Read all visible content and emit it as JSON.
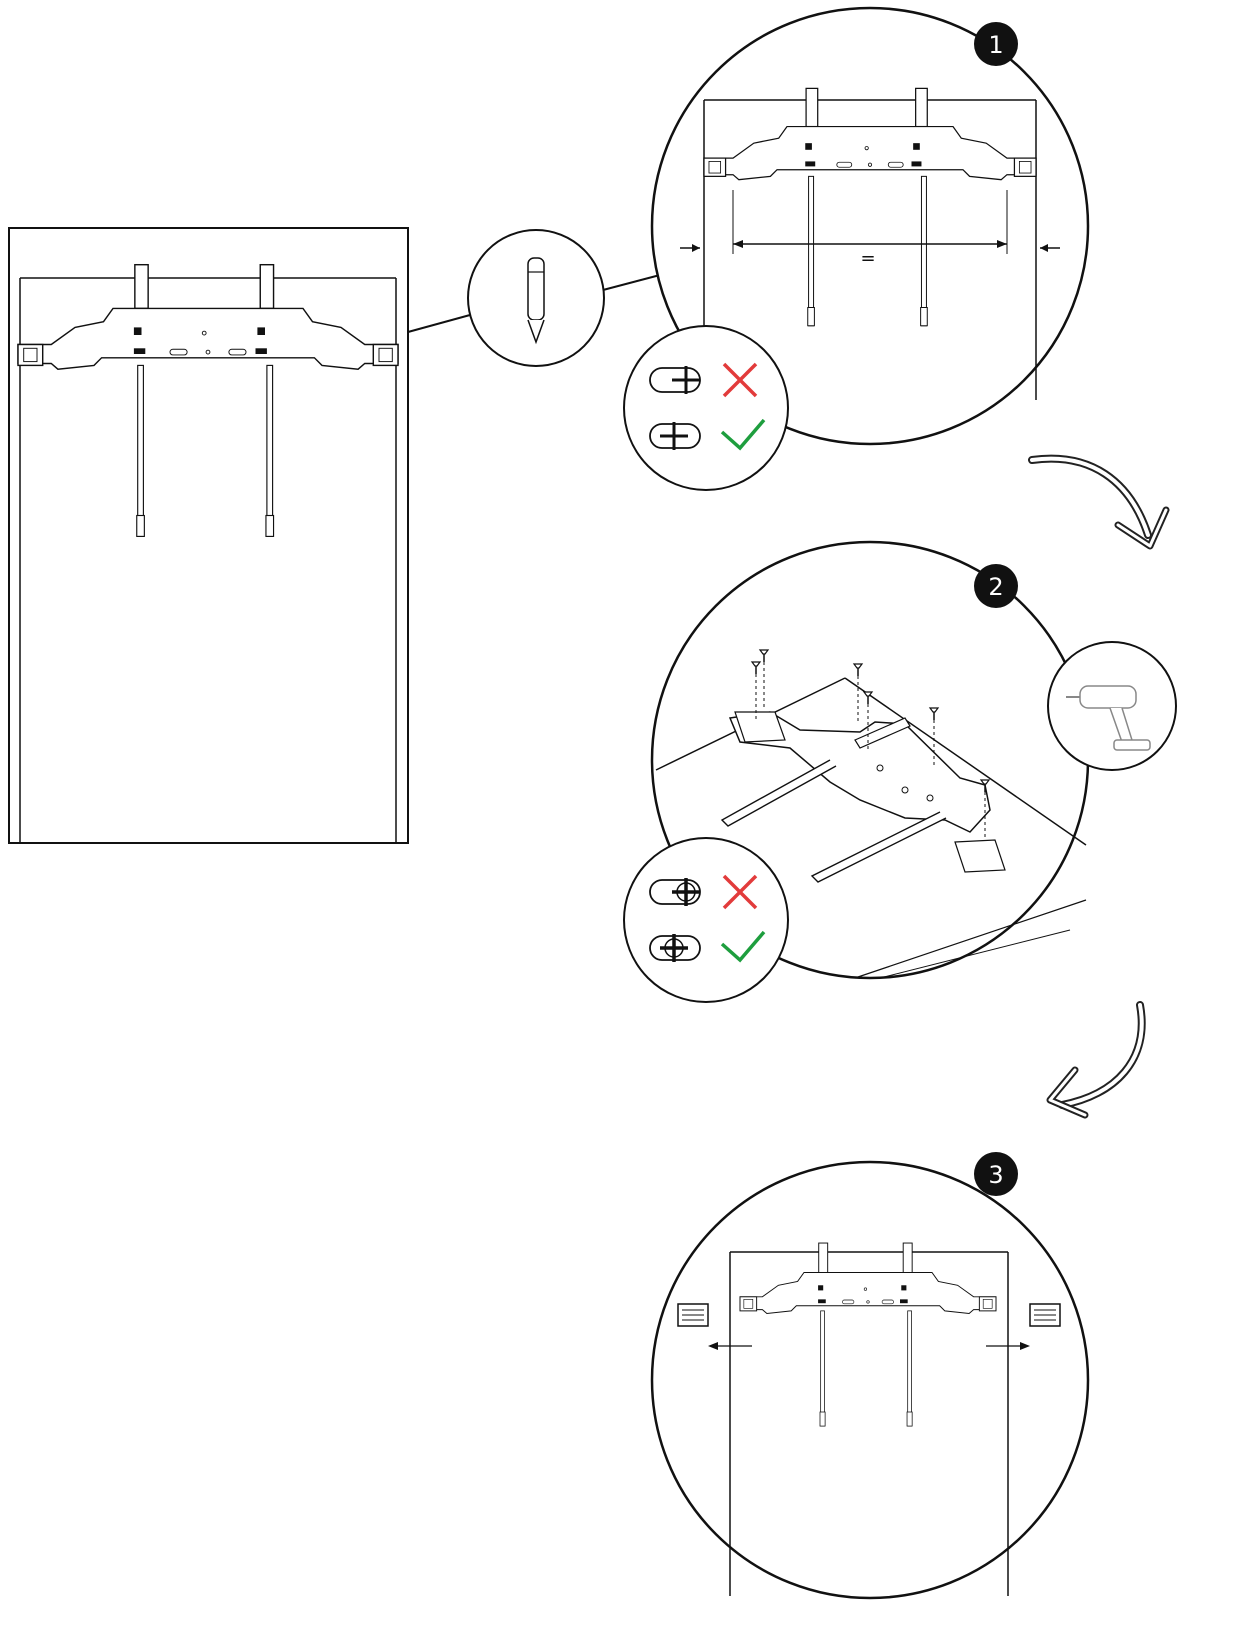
{
  "steps": [
    {
      "number": "1"
    },
    {
      "number": "2"
    },
    {
      "number": "3"
    }
  ],
  "measurement": {
    "equal_sign": "="
  },
  "icons": {
    "pencil": "pencil-icon",
    "drill": "cordless-drill-icon",
    "wrong": "red-cross-icon",
    "right": "green-check-icon"
  },
  "colors": {
    "wrong": "#e23b3b",
    "right": "#1e9e3e",
    "line": "#111111"
  }
}
